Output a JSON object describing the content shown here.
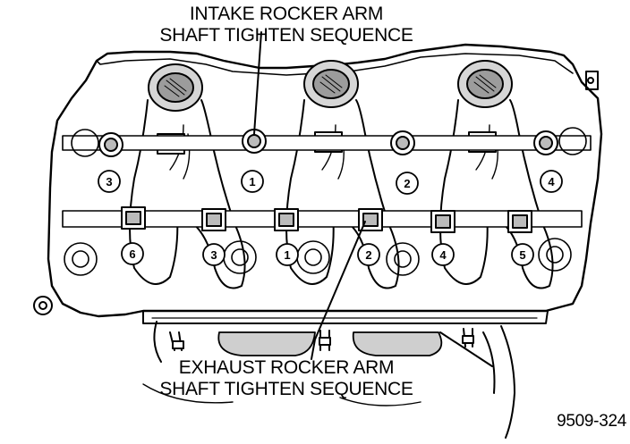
{
  "intake_label": {
    "line1": "INTAKE ROCKER ARM",
    "line2": "SHAFT TIGHTEN SEQUENCE"
  },
  "exhaust_label": {
    "line1": "EXHAUST ROCKER ARM",
    "line2": "SHAFT TIGHTEN SEQUENCE"
  },
  "figure_id": "9509-324",
  "intake_sequence": [
    "3",
    "1",
    "2",
    "4"
  ],
  "exhaust_sequence": [
    "6",
    "3",
    "1",
    "2",
    "4",
    "5"
  ]
}
